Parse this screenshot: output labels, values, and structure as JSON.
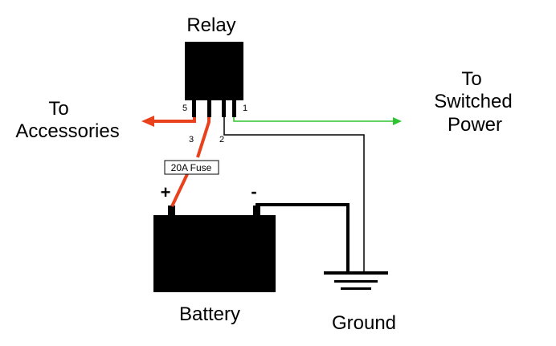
{
  "labels": {
    "relay": "Relay",
    "to_accessories_line1": "To",
    "to_accessories_line2": "Accessories",
    "to_switched_line1": "To",
    "to_switched_line2": "Switched",
    "to_switched_line3": "Power",
    "battery": "Battery",
    "ground": "Ground",
    "fuse": "20A Fuse",
    "plus": "+",
    "minus": "-",
    "pin5": "5",
    "pin3": "3",
    "pin2": "2",
    "pin1": "1"
  },
  "colors": {
    "accessory_wire": "#e8411b",
    "switched_wire": "#2fc42f",
    "component": "#000000"
  }
}
